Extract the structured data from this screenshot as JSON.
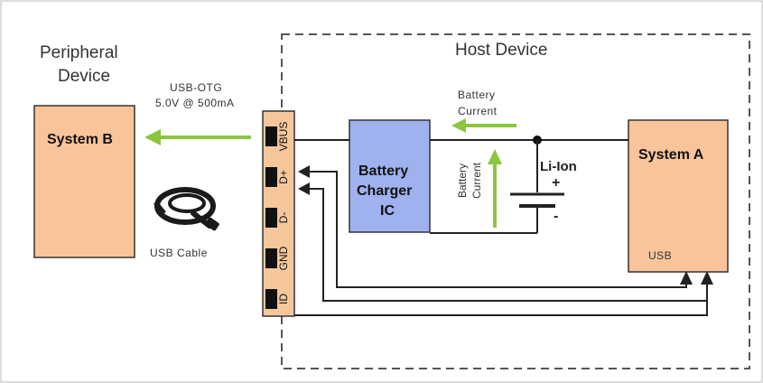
{
  "peripheral": {
    "title_line1": "Peripheral",
    "title_line2": "Device"
  },
  "host": {
    "title": "Host Device"
  },
  "system_b": {
    "label": "System B"
  },
  "system_a": {
    "label": "System A",
    "usb_label": "USB"
  },
  "usb_otg": {
    "line1": "USB-OTG",
    "line2": "5.0V @ 500mA"
  },
  "usb_cable": {
    "label": "USB Cable"
  },
  "connector": {
    "pins": [
      "VBUS",
      "D+",
      "D-",
      "GND",
      "ID"
    ]
  },
  "charger": {
    "line1": "Battery",
    "line2": "Charger",
    "line3": "IC"
  },
  "battery": {
    "label": "Li-Ion",
    "plus": "+",
    "minus": "-"
  },
  "current_top": {
    "line1": "Battery",
    "line2": "Current"
  },
  "current_vertical": {
    "line1": "Battery",
    "line2": "Current"
  },
  "colors": {
    "system_fill": "#f9c49a",
    "charger_fill": "#9fb2ee",
    "connector_fill": "#f5c79b",
    "arrow_green": "#8cc63f",
    "wire": "#222222"
  }
}
